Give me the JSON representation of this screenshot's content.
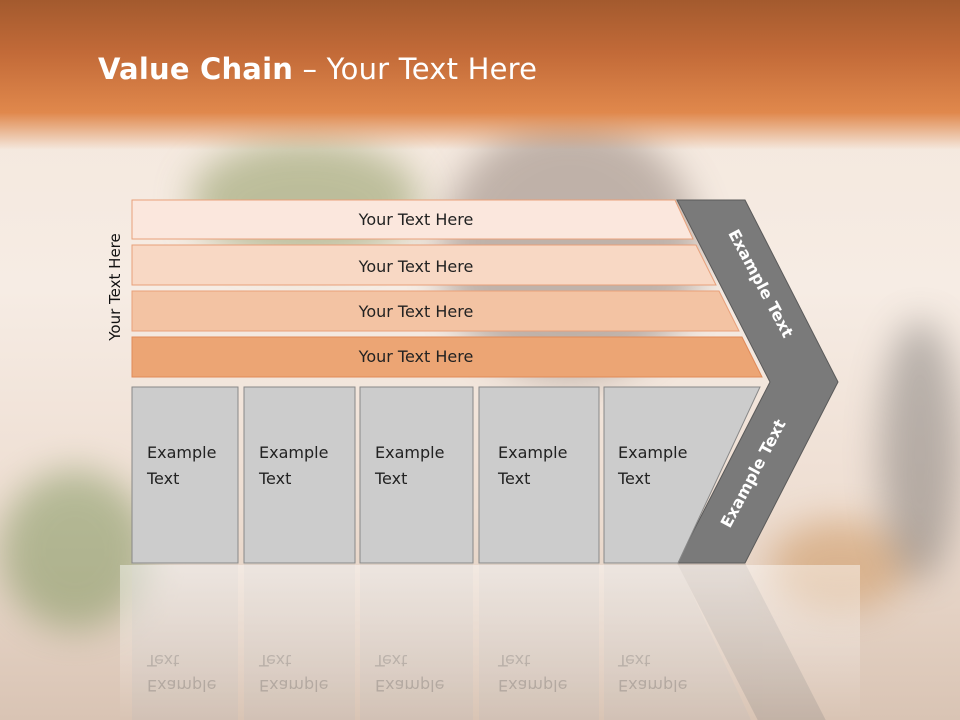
{
  "title": {
    "bold": "Value Chain",
    "rest": " – Your Text Here"
  },
  "side_label": "Your Text Here",
  "bars": [
    {
      "label": "Your Text Here",
      "color": "#fbe7dd"
    },
    {
      "label": "Your Text Here",
      "color": "#f8d8c4"
    },
    {
      "label": "Your Text Here",
      "color": "#f3c3a3"
    },
    {
      "label": "Your Text Here",
      "color": "#eca574"
    }
  ],
  "boxes": [
    {
      "line1": "Example",
      "line2": "Text"
    },
    {
      "line1": "Example",
      "line2": "Text"
    },
    {
      "line1": "Example",
      "line2": "Text"
    },
    {
      "line1": "Example",
      "line2": "Text"
    },
    {
      "line1": "Example",
      "line2": "Text"
    }
  ],
  "chevron": {
    "upper": "Example Text",
    "lower": "Example Text",
    "color": "#7a7a7a"
  },
  "box_color": "#cccccc"
}
